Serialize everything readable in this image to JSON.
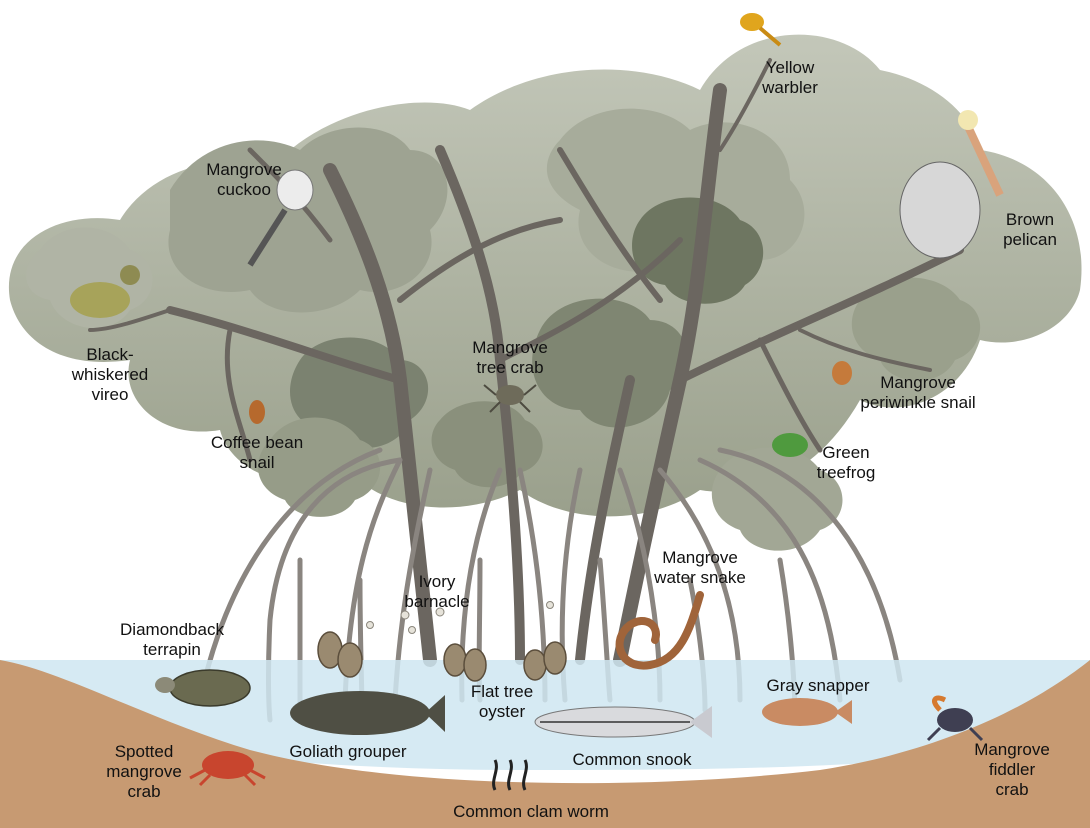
{
  "labels": {
    "yellow_warbler": "Yellow\nwarbler",
    "mangrove_cuckoo": "Mangrove\ncuckoo",
    "brown_pelican": "Brown\npelican",
    "black_whiskered_vireo": "Black-\nwhiskered\nvireo",
    "mangrove_tree_crab": "Mangrove\ntree crab",
    "mangrove_periwinkle_snail": "Mangrove\nperiwinkle snail",
    "coffee_bean_snail": "Coffee bean\nsnail",
    "green_treefrog": "Green\ntreefrog",
    "mangrove_water_snake": "Mangrove\nwater snake",
    "ivory_barnacle": "Ivory\nbarnacle",
    "diamondback_terrapin": "Diamondback\nterrapin",
    "flat_tree_oyster": "Flat tree\noyster",
    "gray_snapper": "Gray snapper",
    "goliath_grouper": "Goliath grouper",
    "common_snook": "Common snook",
    "spotted_mangrove_crab": "Spotted\nmangrove\ncrab",
    "mangrove_fiddler_crab": "Mangrove\nfiddler crab",
    "common_clam_worm": "Common clam worm"
  },
  "colors": {
    "canopy_light": "#b8bcae",
    "canopy_mid": "#8f9683",
    "canopy_dark": "#6e7661",
    "trunk": "#6b6660",
    "root": "#8a8580",
    "water": "#cfe6f1",
    "mud": "#c79a72",
    "oyster": "#9a8a70",
    "snake": "#a0643a",
    "frog": "#4f9a3e"
  }
}
